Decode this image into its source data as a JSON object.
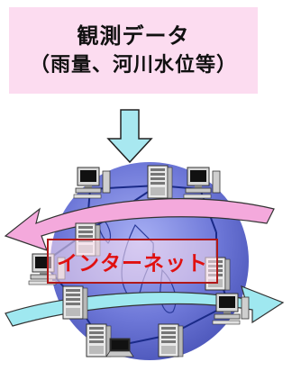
{
  "header": {
    "title": "観測データ",
    "subtitle": "（雨量、河川水位等）"
  },
  "network": {
    "label": "インターネット"
  },
  "colors": {
    "header_bg": "#fcdcf0",
    "globe": "#6e78d8",
    "arrow_top": "#f4a9dc",
    "arrow_bottom": "#9fe8f0",
    "label_text": "#e01010",
    "label_border": "#b01818"
  }
}
